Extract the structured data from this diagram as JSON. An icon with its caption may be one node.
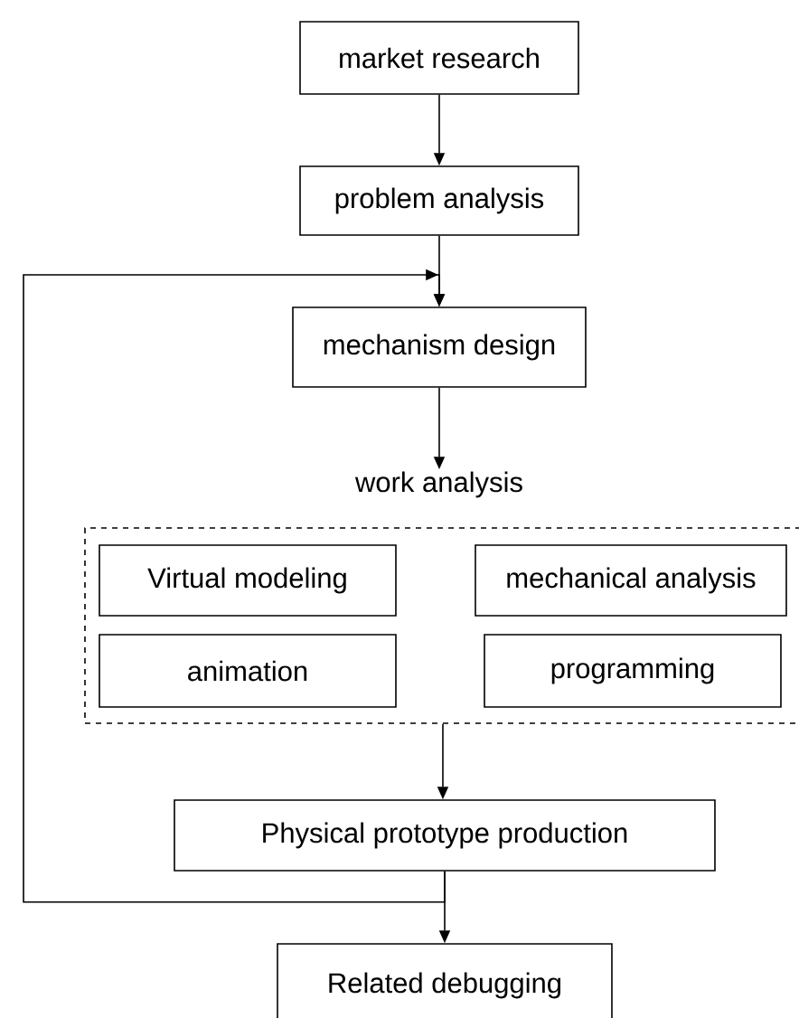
{
  "diagram": {
    "nodes": [
      {
        "text": [
          "market research"
        ]
      },
      {
        "text": [
          "problem analysis"
        ]
      },
      {
        "text": [
          "mechanism design"
        ]
      },
      {
        "text": [
          "work analysis"
        ]
      },
      {
        "text": [
          "Virtual modeling"
        ],
        "in": 3
      },
      {
        "text": [
          "mechanical analysis"
        ],
        "in": 3
      },
      {
        "text": [
          "animation"
        ],
        "in": 3
      },
      {
        "text": [
          "programming"
        ],
        "in": 3
      },
      {
        "text": [
          "Physical prototype production"
        ]
      },
      {
        "text": [
          "Related debugging"
        ]
      }
    ],
    "edges": [
      {
        "from": 0,
        "to": 1,
        "arrow": "to"
      },
      {
        "from": 1,
        "to": 2,
        "arrow": "to"
      },
      {
        "from": 2,
        "to": 3,
        "arrow": "to"
      },
      {
        "from": 3,
        "to": 8,
        "arrow": "to"
      },
      {
        "from": 8,
        "to": 9,
        "arrow": "to"
      },
      {
        "from": 8,
        "to": 2,
        "arrow": "to"
      }
    ]
  }
}
